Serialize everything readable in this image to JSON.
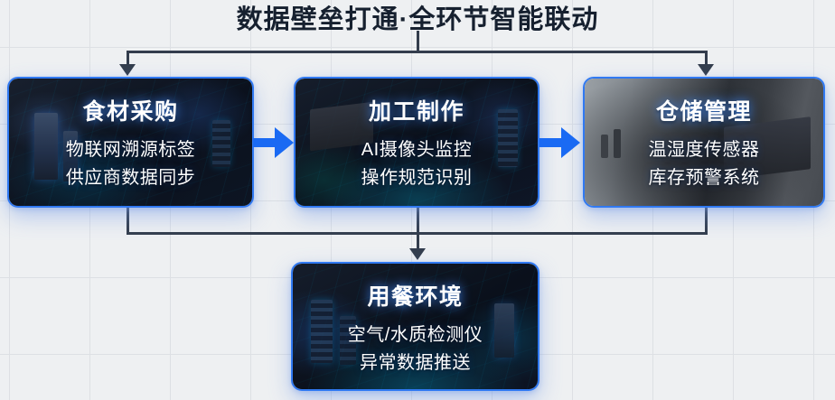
{
  "title": "数据壁垒打通·全环节智能联动",
  "cards": [
    {
      "id": "procurement",
      "title": "食材采购",
      "lines": [
        "物联网溯源标签",
        "供应商数据同步"
      ]
    },
    {
      "id": "processing",
      "title": "加工制作",
      "lines": [
        "AI摄像头监控",
        "操作规范识别"
      ]
    },
    {
      "id": "warehouse",
      "title": "仓储管理",
      "lines": [
        "温湿度传感器",
        "库存预警系统"
      ]
    },
    {
      "id": "dining",
      "title": "用餐环境",
      "lines": [
        "空气/水质检测仪",
        "异常数据推送"
      ]
    }
  ],
  "colors": {
    "background": "#eef0f2",
    "grid_line": "#dde0e4",
    "title_text": "#16202f",
    "connector_dark": "#333d4d",
    "flow_arrow_blue": "#1a6af3",
    "card_border_blue": "#3079f2",
    "card_text": "#ffffff"
  }
}
